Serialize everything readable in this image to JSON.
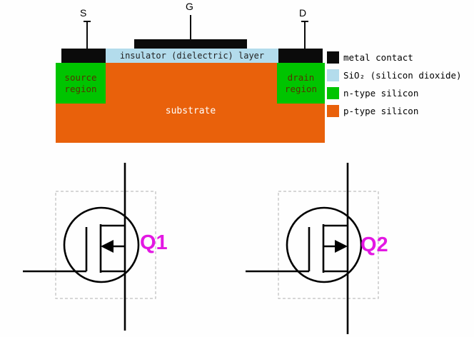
{
  "diagram": {
    "terminals": {
      "source": "S",
      "gate": "G",
      "drain": "D"
    },
    "insulator_label": "insulator (dielectric) layer",
    "source_region_label": "source region",
    "drain_region_label": "drain region",
    "substrate_label": "substrate"
  },
  "legend": {
    "items": [
      {
        "label": "metal contact",
        "color": "#0b0b0b"
      },
      {
        "label": "SiO₂ (silicon dioxide)",
        "color": "#b3dcec"
      },
      {
        "label": "n-type silicon",
        "color": "#00c400"
      },
      {
        "label": "p-type silicon",
        "color": "#e9610b"
      }
    ]
  },
  "transistors": [
    {
      "label": "Q1",
      "arrow_direction": "left"
    },
    {
      "label": "Q2",
      "arrow_direction": "right"
    }
  ],
  "colors": {
    "metal_contact": "#0b0b0b",
    "silicon_dioxide": "#b3dcec",
    "n_type_silicon": "#00c400",
    "p_type_silicon": "#e9610b",
    "transistor_label": "#e318e3"
  }
}
